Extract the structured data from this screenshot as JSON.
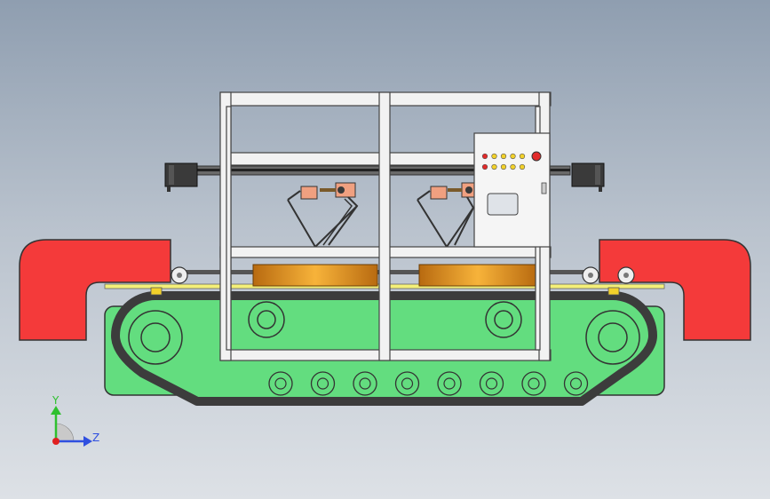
{
  "triad": {
    "y_label": "Y",
    "z_label": "Z"
  },
  "colors": {
    "background_top": "#8f9eb0",
    "background_bottom": "#dde1e6",
    "track_body": "#63dd7f",
    "track_belt": "#3c3c3c",
    "fender": "#f43a3a",
    "frame": "#f2f2f2",
    "electrical_cabinet": "#f5f5f5",
    "indicator_red": "#e22a2a",
    "indicator_yellow": "#f2d12a",
    "table_orange": "#f0a020",
    "axis_y": "#2fc02f",
    "axis_z": "#2f4fe0",
    "axis_x": "#e02020"
  },
  "counts": {
    "cabinet_indicator_lights": 10,
    "road_wheels": 8,
    "delta_robots": 2
  }
}
